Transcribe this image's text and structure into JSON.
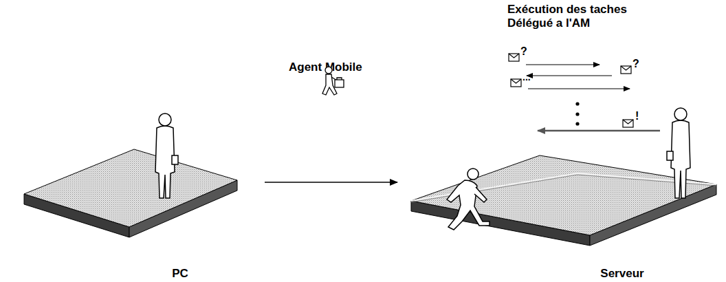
{
  "diagram": {
    "nodes": [
      {
        "text": [
          "PC"
        ]
      },
      {
        "text": [
          "Serveur"
        ]
      }
    ],
    "edges": [
      {
        "from": 0,
        "to": 1,
        "arrow": "to",
        "label": "Agent Mobile"
      }
    ],
    "labels": [
      "Exécution des taches Délégué a l'AM",
      "?",
      "?",
      "...",
      "!"
    ]
  }
}
